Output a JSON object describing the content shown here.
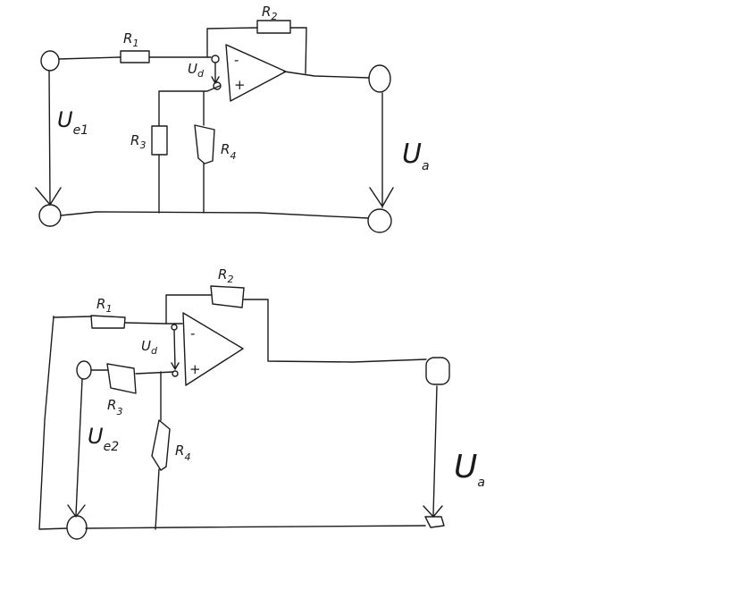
{
  "circuits": [
    {
      "resistors": [
        {
          "name": "R",
          "sub": "1"
        },
        {
          "name": "R",
          "sub": "2"
        },
        {
          "name": "R",
          "sub": "3"
        },
        {
          "name": "R",
          "sub": "4"
        }
      ],
      "opamp": {
        "minus": "-",
        "plus": "+"
      },
      "input_voltage": {
        "name": "U",
        "sub": "e1"
      },
      "diff_voltage": {
        "name": "U",
        "sub": "d"
      },
      "output_voltage": {
        "name": "U",
        "sub": "a"
      }
    },
    {
      "resistors": [
        {
          "name": "R",
          "sub": "1"
        },
        {
          "name": "R",
          "sub": "2"
        },
        {
          "name": "R",
          "sub": "3"
        },
        {
          "name": "R",
          "sub": "4"
        }
      ],
      "opamp": {
        "minus": "-",
        "plus": "+"
      },
      "input_voltage": {
        "name": "U",
        "sub": "e2"
      },
      "diff_voltage": {
        "name": "U",
        "sub": "d"
      },
      "output_voltage": {
        "name": "U",
        "sub": "a"
      }
    }
  ]
}
